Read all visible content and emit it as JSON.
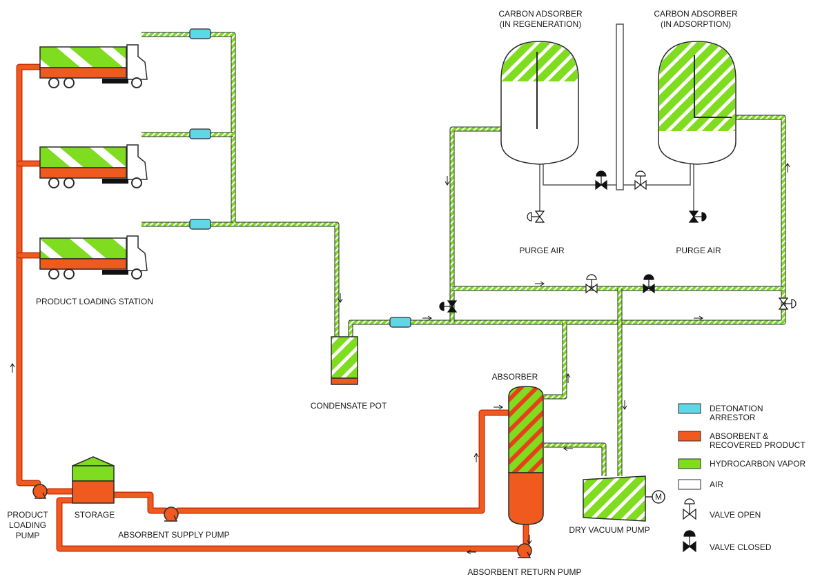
{
  "colors": {
    "hydrocarbon_vapor": "#7fdc1e",
    "absorbent": "#f05a1e",
    "absorbent_dark": "#c8300a",
    "detonation_arrestor": "#5fd7e6",
    "air": "#ffffff",
    "outline": "#2a2a2a",
    "valve": "#111111"
  },
  "labels": {
    "carbon_regen_1": "CARBON ADSORBER",
    "carbon_regen_2": "(IN REGENERATION)",
    "carbon_ads_1": "CARBON ADSORBER",
    "carbon_ads_2": "(IN ADSORPTION)",
    "purge_air_left": "PURGE AIR",
    "purge_air_right": "PURGE AIR",
    "product_loading_station": "PRODUCT LOADING STATION",
    "condensate_pot": "CONDENSATE POT",
    "absorber": "ABSORBER",
    "storage": "STORAGE",
    "product_loading_pump_1": "PRODUCT",
    "product_loading_pump_2": "LOADING",
    "product_loading_pump_3": "PUMP",
    "absorbent_supply_pump": "ABSORBENT SUPPLY PUMP",
    "absorbent_return_pump": "ABSORBENT RETURN PUMP",
    "dry_vacuum_pump": "DRY VACUUM PUMP",
    "motor": "M"
  },
  "legend": {
    "detonation_arrestor_1": "DETONATION",
    "detonation_arrestor_2": "ARRESTOR",
    "absorbent_1": "ABSORBENT &",
    "absorbent_2": "RECOVERED PRODUCT",
    "hydrocarbon": "HYDROCARBON VAPOR",
    "air": "AIR",
    "valve_open": "VALVE OPEN",
    "valve_closed": "VALVE CLOSED"
  }
}
